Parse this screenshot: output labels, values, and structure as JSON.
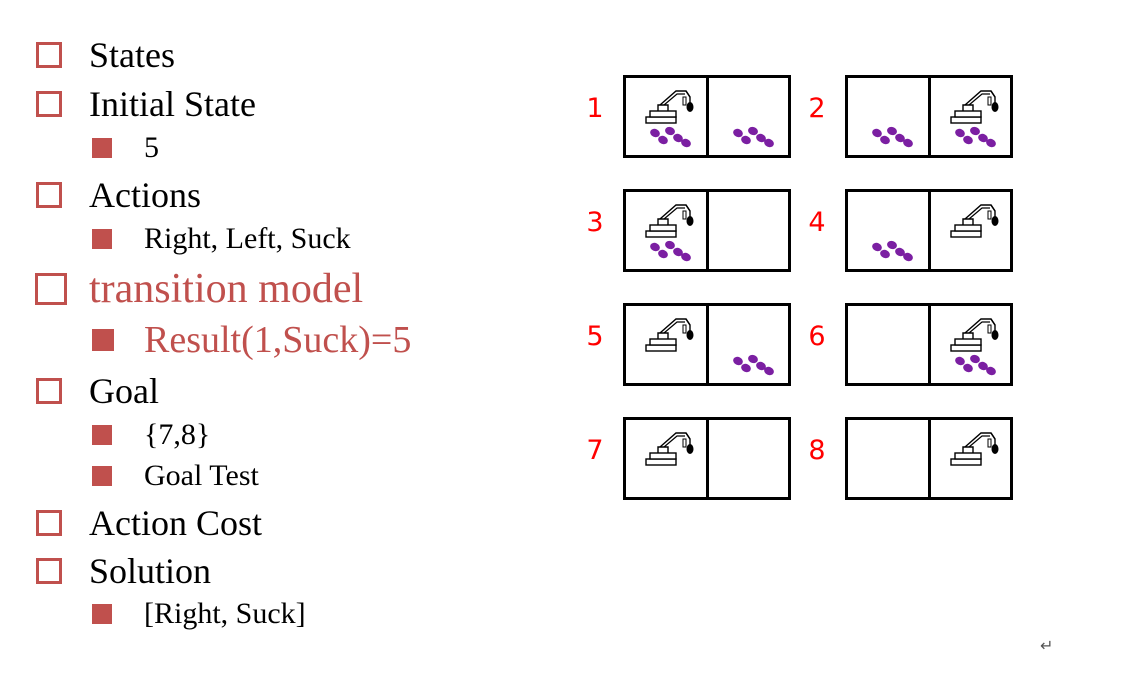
{
  "outline": [
    {
      "level": 1,
      "text": "States",
      "highlight": false
    },
    {
      "level": 1,
      "text": "Initial State",
      "highlight": false
    },
    {
      "level": 2,
      "text": "5",
      "highlight": false
    },
    {
      "level": 1,
      "text": "Actions",
      "highlight": false
    },
    {
      "level": 2,
      "text": "Right, Left, Suck",
      "highlight": false
    },
    {
      "level": 1,
      "text": "transition model",
      "highlight": true
    },
    {
      "level": 2,
      "text": "Result(1,Suck)=5",
      "highlight": true
    },
    {
      "level": 1,
      "text": "Goal",
      "highlight": false
    },
    {
      "level": 2,
      "text": "{7,8}",
      "highlight": false
    },
    {
      "level": 2,
      "text": "Goal Test",
      "highlight": false
    },
    {
      "level": 1,
      "text": "Action Cost",
      "highlight": false
    },
    {
      "level": 1,
      "text": "Solution",
      "highlight": false
    },
    {
      "level": 2,
      "text": "[Right, Suck]",
      "highlight": false
    }
  ],
  "states": [
    {
      "label": "1",
      "vacuum": "left",
      "dirt_left": true,
      "dirt_right": true
    },
    {
      "label": "2",
      "vacuum": "right",
      "dirt_left": true,
      "dirt_right": true
    },
    {
      "label": "3",
      "vacuum": "left",
      "dirt_left": true,
      "dirt_right": false
    },
    {
      "label": "4",
      "vacuum": "right",
      "dirt_left": true,
      "dirt_right": false
    },
    {
      "label": "5",
      "vacuum": "left",
      "dirt_left": false,
      "dirt_right": true
    },
    {
      "label": "6",
      "vacuum": "right",
      "dirt_left": false,
      "dirt_right": true
    },
    {
      "label": "7",
      "vacuum": "left",
      "dirt_left": false,
      "dirt_right": false
    },
    {
      "label": "8",
      "vacuum": "right",
      "dirt_left": false,
      "dirt_right": false
    }
  ],
  "icons": {
    "vacuum": "vacuum-robot-icon",
    "dirt": "dirt-icon",
    "bullet_level1": "hollow-square-bullet",
    "bullet_level2": "filled-square-bullet",
    "paragraph_mark": "return-arrow-icon"
  },
  "colors": {
    "bullet": "#c0504d",
    "highlight_text": "#c0504d",
    "state_number": "#ff0000",
    "dirt": "#7b1fa2"
  },
  "paragraph_mark": "↵"
}
